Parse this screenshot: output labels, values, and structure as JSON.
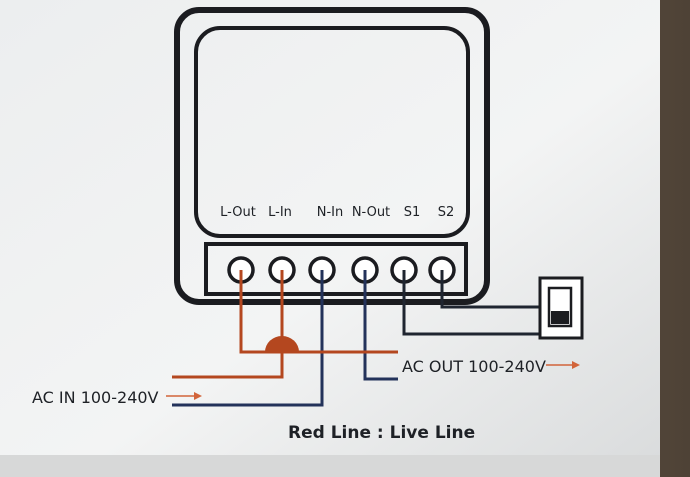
{
  "terminals": [
    {
      "id": "l-out",
      "label": "L-Out"
    },
    {
      "id": "l-in",
      "label": "L-In"
    },
    {
      "id": "n-in",
      "label": "N-In"
    },
    {
      "id": "n-out",
      "label": "N-Out"
    },
    {
      "id": "s1",
      "label": "S1"
    },
    {
      "id": "s2",
      "label": "S2"
    }
  ],
  "labels": {
    "ac_in": "AC IN 100-240V",
    "ac_out": "AC OUT 100-240V",
    "caption": "Red Line : Live Line"
  },
  "colors": {
    "live": "#b4471f",
    "neutral": "#23325a",
    "switch_wire": "#1f2530",
    "arrow": "#d2643a",
    "outline": "#1b1c20"
  }
}
